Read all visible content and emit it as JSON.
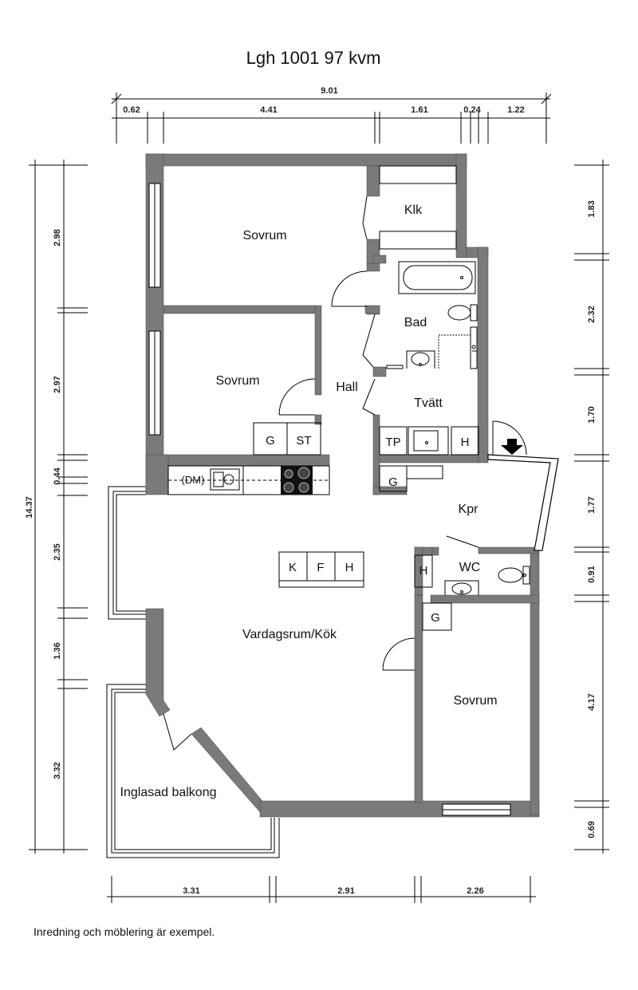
{
  "title": "Lgh 1001 97 kvm",
  "footer": "Inredning och möblering är exempel.",
  "dimensions": {
    "top_total": "9.01",
    "top": [
      "0.62",
      "4.41",
      "1.61",
      "0.24",
      "1.22"
    ],
    "left_total": "14.37",
    "left": [
      "2.98",
      "2.97",
      "0.44",
      "2.35",
      "1.36",
      "3.32"
    ],
    "right": [
      "1.83",
      "2.32",
      "1.70",
      "1.77",
      "0.91",
      "4.17",
      "0.69"
    ],
    "bottom": [
      "3.31",
      "2.91",
      "2.26"
    ]
  },
  "rooms": {
    "sovrum_1": "Sovrum",
    "klk": "Klk",
    "bad": "Bad",
    "sovrum_2": "Sovrum",
    "hall": "Hall",
    "tvatt": "Tvätt",
    "kpr": "Kpr",
    "wc": "WC",
    "vardagsrum": "Vardagsrum/Kök",
    "sovrum_3": "Sovrum",
    "balkong": "Inglasad balkong"
  },
  "fixtures": {
    "g_kitchen": "G",
    "st": "ST",
    "dm": "(DM)",
    "tp": "TP",
    "h_tvatt": "H",
    "g_tvatt": "G",
    "k": "K",
    "f": "F",
    "h_island": "H",
    "h_wc": "H",
    "g_bedroom": "G"
  }
}
